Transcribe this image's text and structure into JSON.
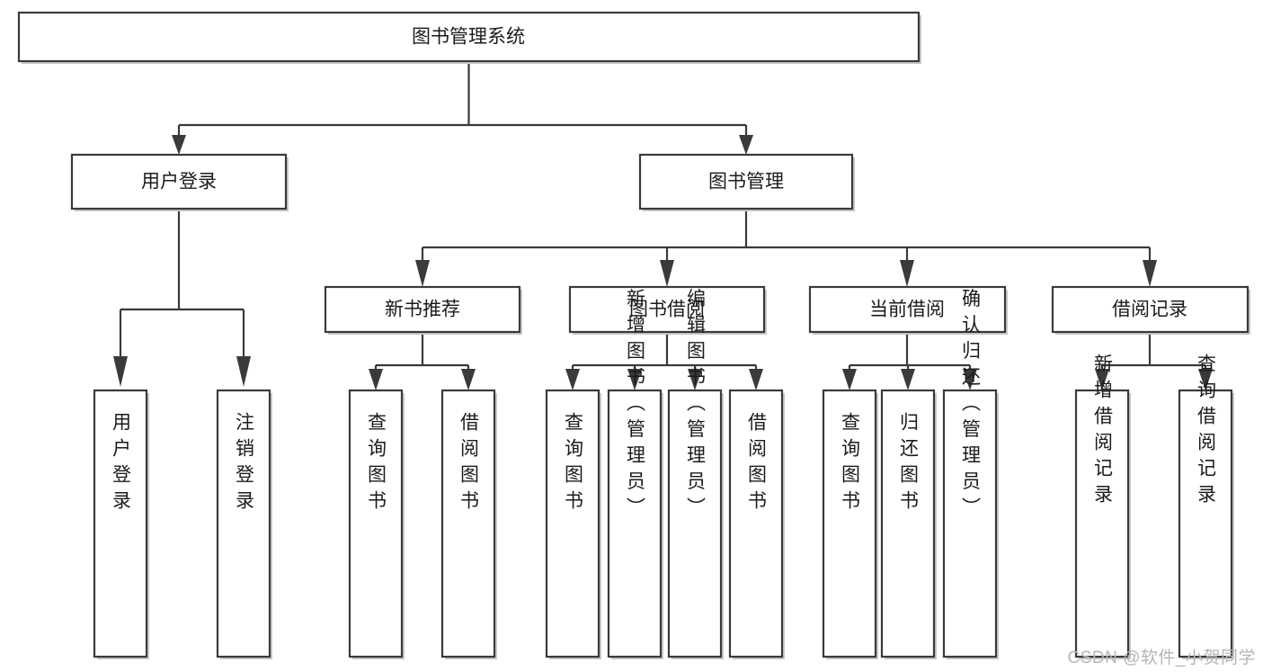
{
  "diagram": {
    "title": "图书管理系统",
    "type": "tree-hierarchy-diagram",
    "colors": {
      "stroke": "#3a3a3a",
      "fill": "#ffffff",
      "text": "#1b1b1b",
      "watermark": "#b6b6b6"
    },
    "root": {
      "label": "图书管理系统"
    },
    "level2": [
      {
        "label": "用户登录"
      },
      {
        "label": "图书管理"
      }
    ],
    "level3": [
      {
        "label": "新书推荐"
      },
      {
        "label": "图书借阅"
      },
      {
        "label": "当前借阅"
      },
      {
        "label": "借阅记录"
      }
    ],
    "leaves": {
      "user_login": [
        {
          "label": "用户登录"
        },
        {
          "label": "注销登录"
        }
      ],
      "new_book_recommend": [
        {
          "label": "查询图书"
        },
        {
          "label": "借阅图书"
        }
      ],
      "book_borrow": [
        {
          "label": "查询图书"
        },
        {
          "label": "新增图书（管理员）"
        },
        {
          "label": "编辑图书（管理员）"
        },
        {
          "label": "借阅图书"
        }
      ],
      "current_borrow": [
        {
          "label": "查询图书"
        },
        {
          "label": "归还图书"
        },
        {
          "label": "确认归还（管理员）"
        }
      ],
      "borrow_record": [
        {
          "label": "新增借阅记录"
        },
        {
          "label": "查询借阅记录"
        }
      ]
    }
  },
  "watermark": {
    "text": "CSDN @软件_小贺同学"
  }
}
